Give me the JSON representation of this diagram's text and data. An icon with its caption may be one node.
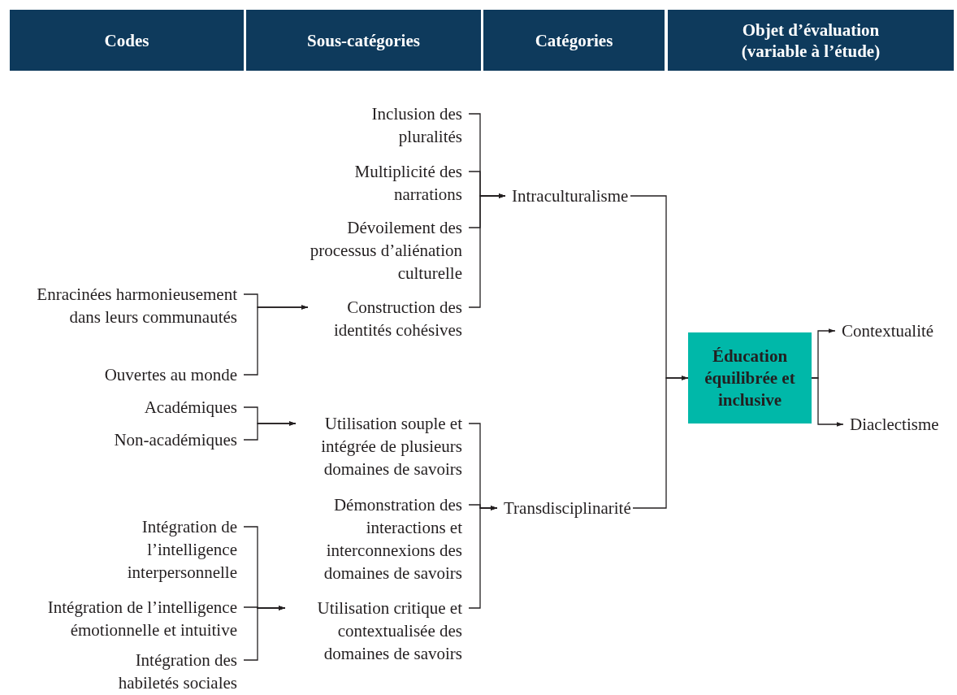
{
  "diagram": {
    "nodes": [
      {
        "text": [
          "Codes"
        ]
      },
      {
        "text": [
          "Sous-catégories"
        ]
      },
      {
        "text": [
          "Catégories"
        ]
      },
      {
        "text": [
          "Objet d’évaluation (variable à l’étude)"
        ]
      },
      {
        "text": [
          "Enracinées harmonieusement dans leurs communautés"
        ]
      },
      {
        "text": [
          "Ouvertes au monde"
        ]
      },
      {
        "text": [
          "Académiques"
        ]
      },
      {
        "text": [
          "Non-académiques"
        ]
      },
      {
        "text": [
          "Intégration de l’intelligence interpersonnelle"
        ]
      },
      {
        "text": [
          "Intégration de l’intelligence émotionnelle et intuitive"
        ]
      },
      {
        "text": [
          "Intégration des habiletés sociales"
        ]
      },
      {
        "text": [
          "Inclusion des pluralités"
        ]
      },
      {
        "text": [
          "Multiplicité des narrations"
        ]
      },
      {
        "text": [
          "Dévoilement des processus d’aliénation culturelle"
        ]
      },
      {
        "text": [
          "Construction des identités cohésives"
        ]
      },
      {
        "text": [
          "Utilisation souple et intégrée de plusieurs domaines de savoirs"
        ]
      },
      {
        "text": [
          "Démonstration des interactions et interconnexions des domaines de savoirs"
        ]
      },
      {
        "text": [
          "Utilisation critique et contextualisée des domaines de savoirs"
        ]
      },
      {
        "text": [
          "Intraculturalisme"
        ]
      },
      {
        "text": [
          "Transdisciplinarité"
        ]
      },
      {
        "text": [
          "Éducation équilibrée et inclusive"
        ]
      },
      {
        "text": [
          "Contextualité"
        ]
      },
      {
        "text": [
          "Diaclectisme"
        ]
      }
    ],
    "edges": [
      {
        "from": 4,
        "to": 14,
        "arrow": "to"
      },
      {
        "from": 5,
        "to": 14,
        "arrow": "to"
      },
      {
        "from": 6,
        "to": 15,
        "arrow": "to"
      },
      {
        "from": 7,
        "to": 15,
        "arrow": "to"
      },
      {
        "from": 8,
        "to": 17,
        "arrow": "to"
      },
      {
        "from": 9,
        "to": 17,
        "arrow": "to"
      },
      {
        "from": 10,
        "to": 17,
        "arrow": "to"
      },
      {
        "from": 11,
        "to": 18,
        "arrow": "to"
      },
      {
        "from": 12,
        "to": 18,
        "arrow": "to"
      },
      {
        "from": 13,
        "to": 18,
        "arrow": "to"
      },
      {
        "from": 14,
        "to": 18,
        "arrow": "to"
      },
      {
        "from": 15,
        "to": 19,
        "arrow": "to"
      },
      {
        "from": 16,
        "to": 19,
        "arrow": "to"
      },
      {
        "from": 17,
        "to": 19,
        "arrow": "to"
      },
      {
        "from": 18,
        "to": 20,
        "arrow": "to"
      },
      {
        "from": 19,
        "to": 20,
        "arrow": "to"
      },
      {
        "from": 20,
        "to": 21,
        "arrow": "to"
      },
      {
        "from": 20,
        "to": 22,
        "arrow": "to"
      }
    ]
  }
}
